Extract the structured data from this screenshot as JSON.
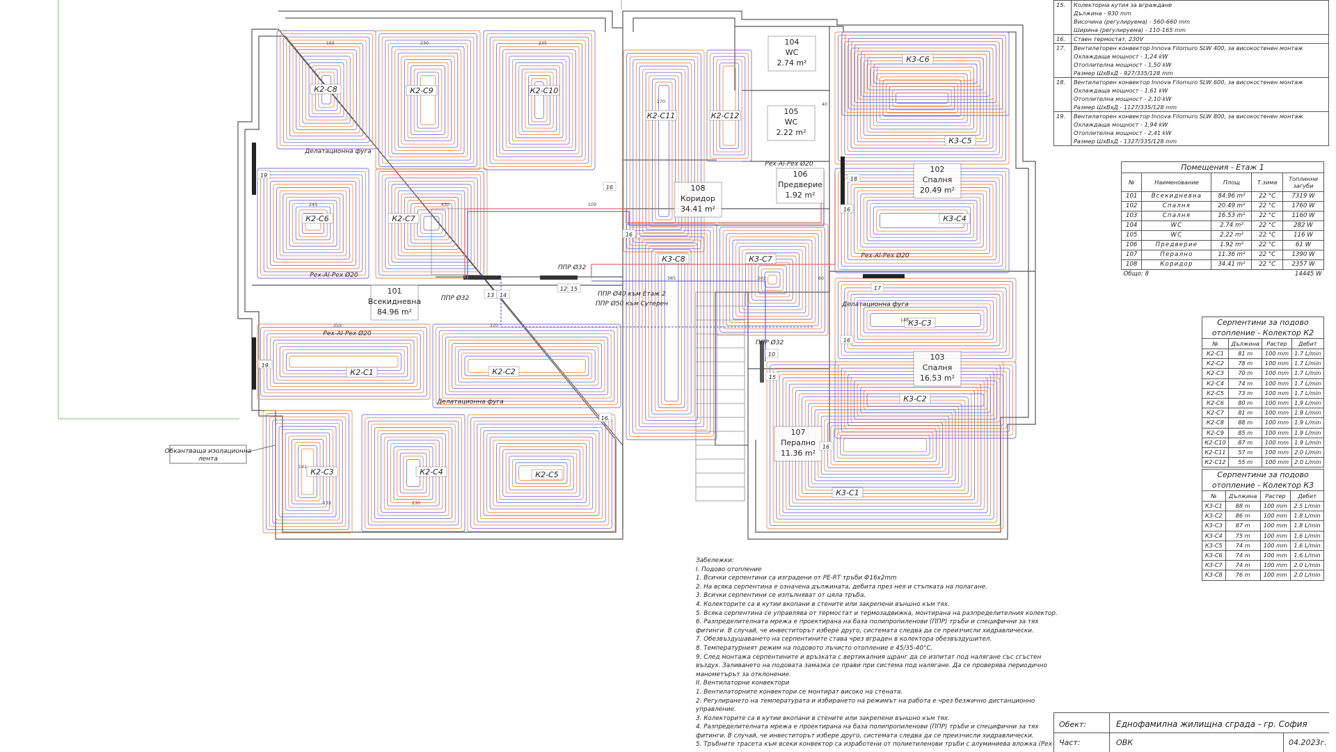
{
  "spec_items": [
    {
      "num": "15.",
      "lines": [
        "Колекторна кутия за вграждане",
        "Дължина - 930 mm",
        "Височина (регулируема) - 560-660 mm",
        "Ширина (регулируема) - 110-165 mm"
      ]
    },
    {
      "num": "16.",
      "lines": [
        "Стаен термостат, 230V"
      ]
    },
    {
      "num": "17.",
      "lines": [
        "Вентилаторен конвектор Innova Filomuro SLW 400, за високостенен монтаж",
        "Охлаждаща мощност - 1,24 kW",
        "Отоплителна мощност - 1,50 kW",
        "Размер ШхВхД - 927/335/128 mm"
      ]
    },
    {
      "num": "18.",
      "lines": [
        "Вентилаторен конвектор Innova Filomuro SLW 600, за високостенен монтаж",
        "Охлаждаща мощност - 1,61 kW",
        "Отоплителна мощност - 2,10 kW",
        "Размер ШхВхД - 1127/335/128 mm"
      ]
    },
    {
      "num": "19.",
      "lines": [
        "Вентилаторен конвектор Innova Filomuro SLW 800, за високостенен монтаж",
        "Охлаждаща мощност - 1,94 kW",
        "Отоплителна мощност - 2,41 kW",
        "Размер ШхВхД - 1327/335/128 mm"
      ]
    }
  ],
  "rooms_table": {
    "title": "Помещения - Етаж 1",
    "headers": [
      "№",
      "Наименование",
      "Площ",
      "Т.зима",
      "Топлинни загуби"
    ],
    "rows": [
      [
        "101",
        "Всекидневна",
        "84.96 m²",
        "22 °C",
        "7319 W"
      ],
      [
        "102",
        "Спалня",
        "20.49 m²",
        "22 °C",
        "1760 W"
      ],
      [
        "103",
        "Спалня",
        "16.53 m²",
        "22 °C",
        "1160 W"
      ],
      [
        "104",
        "WC",
        "2.74 m²",
        "22 °C",
        "282 W"
      ],
      [
        "105",
        "WC",
        "2.22 m²",
        "22 °C",
        "116 W"
      ],
      [
        "106",
        "Предверие",
        "1.92 m²",
        "22 °C",
        "61 W"
      ],
      [
        "107",
        "Перално",
        "11.36 m²",
        "22 °C",
        "1390 W"
      ],
      [
        "108",
        "Коридор",
        "34.41 m²",
        "22 °C",
        "2357 W"
      ]
    ],
    "footer_label": "Общо: 8",
    "footer_total": "14445 W"
  },
  "coils_k2": {
    "title_line1": "Серпентини за подово",
    "title_line2": "отопление - Колектор К2",
    "headers": [
      "№",
      "Дължина",
      "Растер",
      "Дебит"
    ],
    "rows": [
      [
        "К2-С1",
        "81 m",
        "100 mm",
        "1.7 L/min"
      ],
      [
        "К2-С2",
        "78 m",
        "100 mm",
        "1.7 L/min"
      ],
      [
        "К2-С3",
        "70 m",
        "100 mm",
        "1.7 L/min"
      ],
      [
        "К2-С4",
        "74 m",
        "100 mm",
        "1.7 L/min"
      ],
      [
        "К2-С5",
        "73 m",
        "100 mm",
        "1.7 L/min"
      ],
      [
        "К2-С6",
        "80 m",
        "100 mm",
        "1.9 L/min"
      ],
      [
        "К2-С7",
        "81 m",
        "100 mm",
        "1.9 L/min"
      ],
      [
        "К2-С8",
        "88 m",
        "100 mm",
        "1.9 L/min"
      ],
      [
        "К2-С9",
        "85 m",
        "100 mm",
        "1.9 L/min"
      ],
      [
        "К2-С10",
        "87 m",
        "100 mm",
        "1.9 L/min"
      ],
      [
        "К2-С11",
        "57 m",
        "100 mm",
        "2.0 L/min"
      ],
      [
        "К2-С12",
        "55 m",
        "100 mm",
        "2.0 L/min"
      ]
    ]
  },
  "coils_k3": {
    "title_line1": "Серпентини за подово",
    "title_line2": "отопление - Колектор К3",
    "headers": [
      "№",
      "Дължина",
      "Растер",
      "Дебит"
    ],
    "rows": [
      [
        "К3-С1",
        "88 m",
        "100 mm",
        "2.5 L/min"
      ],
      [
        "К3-С2",
        "86 m",
        "100 mm",
        "1.8 L/min"
      ],
      [
        "К3-С3",
        "87 m",
        "100 mm",
        "1.8 L/min"
      ],
      [
        "К3-С4",
        "75 m",
        "100 mm",
        "1.6 L/min"
      ],
      [
        "К3-С5",
        "74 m",
        "100 mm",
        "1.6 L/min"
      ],
      [
        "К3-С6",
        "74 m",
        "100 mm",
        "1.6 L/min"
      ],
      [
        "К3-С7",
        "74 m",
        "100 mm",
        "2.0 L/min"
      ],
      [
        "К3-С8",
        "76 m",
        "100 mm",
        "2.0 L/min"
      ]
    ]
  },
  "notes": [
    "Забележки:",
    "I. Подово отопление",
    "1. Всички серпентини са изградени от PE-RT тръби Ф16х2mm",
    "2. На всяка серпентина е означена дължината, дебита през нея и стъпката на полагане.",
    "3. Всички серпентини се изпълняват от цяла тръба.",
    "4. Колекторите са в кутии вкопани в стените или закрепени външно към тях.",
    "5. Всяка серпентина се управлява от термостат и термозадвижка, монтирана на разпределителния колектор.",
    "6. Разпределителната мрежа е проектирана на база полипропиленови (ППР) тръби и специфични за тях",
    "фитинги. В случай, че инвеститорът избере друго, системата следва да се преизчисли хидравлически.",
    "7. Обезвъздушаването на серпентините става чрез вграден в колектора обезвъздушител.",
    "8. Температурният режим на подовото лъчисто отопление е 45/35-40°С.",
    "9. След монтажа серпентините и връзката с вертикалния щранг да се изпитат под налягане със сгъстен",
    "въздух. Заливането на подовата замазка се прави при система под налягане. Да се проверява периодично",
    "манометърът за отклонение.",
    "II. Вентилаторни конвектори",
    "1. Вентилаторните конвектори се монтират високо на стената.",
    "2. Регулирането на температурата и избирането на режимът на работа е чрез безжично дистанционно",
    "управление.",
    "3. Колекторите са в кутии вкопани в стените или закрепени външно към тях.",
    "4. Разпределителната мрежа е проектирана на база полипропиленови (ППР) тръби и специфични за тях",
    "фитинги. В случай, че инвеститорът избере друго, системата следва да се преизчисли хидравлически.",
    "5. Тръбните трасета към всеки конвектор са изработени от полиетиленови тръби с алуминиева вложка (Pex-"
  ],
  "title_block": {
    "object_label": "Обект:",
    "object_value": "Еднофамилна жилищна сграда - гр. София",
    "part_label": "Част:",
    "part_value": "ОВК",
    "date": "04.2023г."
  },
  "plan": {
    "rooms": [
      {
        "num": "101",
        "name": "Всекидневна",
        "area": "84.96 m²"
      },
      {
        "num": "102",
        "name": "Спалня",
        "area": "20.49 m²"
      },
      {
        "num": "103",
        "name": "Спалня",
        "area": "16.53 m²"
      },
      {
        "num": "104",
        "name": "WC",
        "area": "2.74 m²"
      },
      {
        "num": "105",
        "name": "WC",
        "area": "2.22 m²"
      },
      {
        "num": "106",
        "name": "Предверие",
        "area": "1.92 m²"
      },
      {
        "num": "107",
        "name": "Перално",
        "area": "11.36 m²"
      },
      {
        "num": "108",
        "name": "Коридор",
        "area": "34.41 m²"
      }
    ],
    "coils": [
      "К2-С1",
      "К2-С2",
      "К2-С3",
      "К2-С4",
      "К2-С5",
      "К2-С6",
      "К2-С7",
      "К2-С8",
      "К2-С9",
      "К2-С10",
      "К2-С11",
      "К2-С12",
      "К3-С1",
      "К3-С2",
      "К3-С3",
      "К3-С4",
      "К3-С5",
      "К3-С6",
      "К3-С7",
      "К3-С8"
    ],
    "pipe_labels": [
      "Pex-Al-Pex Ø20",
      "Pex-Al-Pex Ø20",
      "Pex-Al-Pex Ø20",
      "Pex-Al-Pex Ø20",
      "ППР Ø32",
      "ППР Ø32",
      "ППР Ø32",
      "ППР Ø40 към Етаж 2",
      "ППР Ø50 към Сутерен"
    ],
    "joint_labels": [
      "Делатационна фуга",
      "Делатационна фуга",
      "Делатационна фуга"
    ],
    "tape_line1": "Обкантваща изолационна",
    "tape_line2": "лента",
    "marks": [
      "19.",
      "19",
      "19.",
      "18",
      "17",
      "16",
      "16",
      "16",
      "16",
      "16",
      "16.",
      "13",
      "14",
      "12",
      "15",
      "10",
      "15"
    ],
    "dims": [
      "165",
      "230",
      "235",
      "245",
      "430",
      "109",
      "355",
      "320",
      "230",
      "235",
      "141",
      "170",
      "385",
      "202",
      "148",
      "40",
      "60"
    ]
  }
}
